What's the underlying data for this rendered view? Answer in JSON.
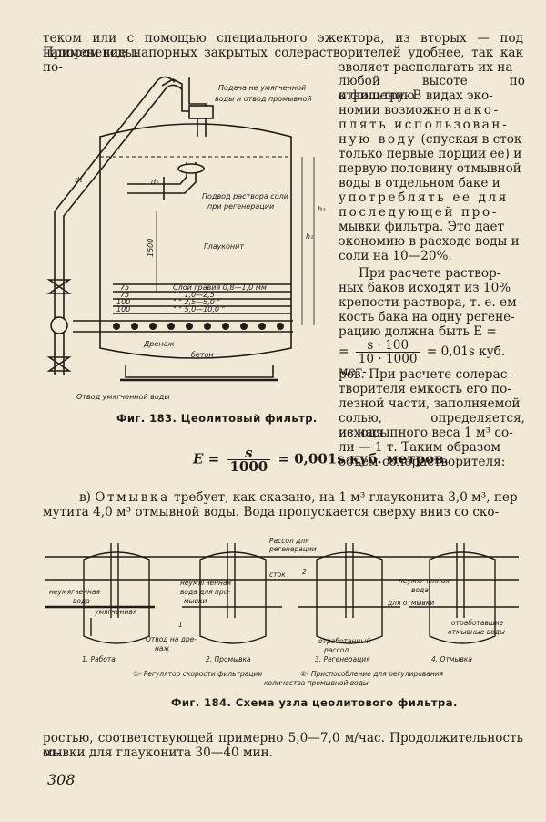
{
  "text": {
    "p1_line1": "теком или с помощью специального эжектора, из вторых — под напором воды.",
    "p1_line2": "Применение напорных закрытых солерастворителей удобнее, так как по-",
    "p1_right_1": "зволяет располагать их на",
    "p1_right_2": "любой высоте по отношению",
    "p1_right_3": "к фильтру. В видах эко-",
    "p1_right_4a": "номии возможно",
    "p1_right_4b": "нако-",
    "p1_right_5": "плять использован-",
    "p1_right_6a": "ную воду",
    "p1_right_6b": " (спуская в сток",
    "p1_right_7": "только первые порции ее) и",
    "p1_right_8": "первую половину отмывной",
    "p1_right_9": "воды в отдельном баке и",
    "p1_right_10": "употреблять ее для",
    "p1_right_11": "последующей про-",
    "p1_right_12": "мывки фильтра. Это дает",
    "p1_right_13": "экономию в расходе воды и",
    "p1_right_14": "соли на 10—20%.",
    "p2_1": "При расчете раствор-",
    "p2_2": "ных баков исходят из 10%",
    "p2_3": "крепости раствора, т. е. ем-",
    "p2_4": "кость бака на одну регене-",
    "p2_5": "рацию должна быть E =",
    "p2_eq_prefix": "=",
    "p2_frac_num": "s · 100",
    "p2_frac_den": "10 · 1000",
    "p2_eq_suffix": "= 0,01s куб. мет-",
    "p2_6": "ров. При расчете солерас-",
    "p2_7": "творителя емкость его по-",
    "p2_8": "лезной части, заполняемой",
    "p2_9": "солью, определяется, исходя",
    "p2_10": "из насыпного веса 1 м³ со-",
    "p2_11": "ли — 1 т. Таким образом",
    "p2_12": "объем солерастворителя:",
    "formula_lhs": "E =",
    "formula_num": "s",
    "formula_den": "1000",
    "formula_rhs": "= 0,001s куб. метров.",
    "p3_line1_a": "в)",
    "p3_line1_b": "Отмывка",
    "p3_line1_c": "требует, как сказано, на 1 м³ глауконита 3,0 м³, пер-",
    "p3_line2": "мутита 4,0 м³ отмывной воды. Вода пропускается сверху вниз со ско-",
    "p4_line1": "ростью, соответствующей примерно 5,0—7,0 м/час. Продолжительность от-",
    "p4_line2": "мывки для глауконита 30—40 мин.",
    "page_number": "308"
  },
  "fig183": {
    "caption": "Фиг. 183. Цеолитовый фильтр.",
    "label_inlet_1": "Подача не умягченной",
    "label_inlet_2": "воды и отвод промывной",
    "label_salt_1": "Подвод раствора соли",
    "label_salt_2": "при регенерации",
    "label_glauconite": "Глауконит",
    "label_drain": "Дренаж",
    "label_concrete": "бетон",
    "label_outlet": "Отвод умягченной воды",
    "label_d1": "d₁",
    "label_d2": "d₂",
    "label_h1": "h₁",
    "label_h2": "h₂",
    "label_1500": "1500",
    "gravel_rows": [
      {
        "mm": "75",
        "text": "Слой гравия 0,8—1,0 мм"
      },
      {
        "mm": "75",
        "text": "\"     \"     1,0—2,5 \""
      },
      {
        "mm": "100",
        "text": "\"     \"     2,5—5,0 \""
      },
      {
        "mm": "100",
        "text": "\"     \"     5,0—10,0 \""
      }
    ]
  },
  "fig184": {
    "caption": "Фиг. 184. Схема узла цеолитового фильтра.",
    "stages": [
      "1. Работа",
      "2. Промывка",
      "3. Регенерация",
      "4. Отмывка"
    ],
    "label_nonsoft_water_1": "неумягченная",
    "label_nonsoft_water_2": "вода",
    "label_soft": "умягченная",
    "label_drain_1": "Отвод на дре-",
    "label_drain_2": "наж",
    "label_wash_1": "неумягченная",
    "label_wash_2": "вода для про-",
    "label_wash_3": "мывки",
    "label_brine_1": "Рассол для",
    "label_brine_2": "регенерации",
    "label_sewer": "сток",
    "label_spent_brine_1": "отработанный",
    "label_spent_brine_2": "рассол",
    "label_rinse_1": "неумягченная",
    "label_rinse_2": "вода",
    "label_rinse_3": "для отмывки",
    "label_spent_rinse_1": "отработавшие",
    "label_spent_rinse_2": "отмывные воды",
    "legend_1": "①- Регулятор скорости фильтрации",
    "legend_2": "②- Приспособление для регулирования",
    "legend_3": "количества промывной воды",
    "circle_1": "1",
    "circle_2": "2"
  }
}
